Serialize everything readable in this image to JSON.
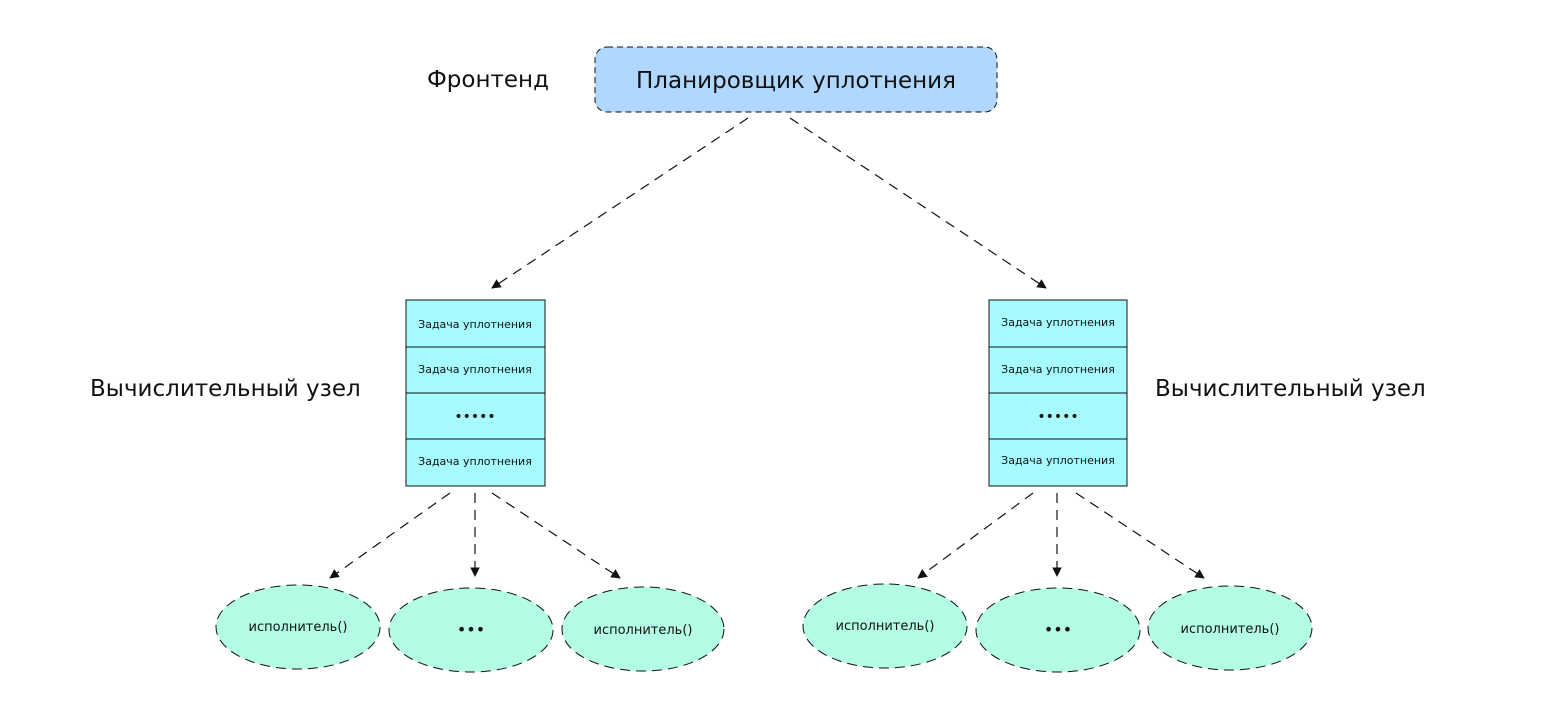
{
  "frontend_label": "Фронтенд",
  "scheduler": {
    "label": "Планировщик уплотнения",
    "color": "#b0d8ff"
  },
  "nodes": [
    {
      "label": "Вычислительный узел",
      "tasks": [
        "Задача уплотнения",
        "Задача уплотнения",
        "•••••",
        "Задача уплотнения"
      ],
      "executors": [
        "исполнитель()",
        "•••",
        "исполнитель()"
      ]
    },
    {
      "label": "Вычислительный узел",
      "tasks": [
        "Задача уплотнения",
        "Задача уплотнения",
        "•••••",
        "Задача уплотнения"
      ],
      "executors": [
        "исполнитель()",
        "•••",
        "исполнитель()"
      ]
    }
  ],
  "colors": {
    "task": "#a6fbff",
    "executor": "#b3fde4"
  }
}
